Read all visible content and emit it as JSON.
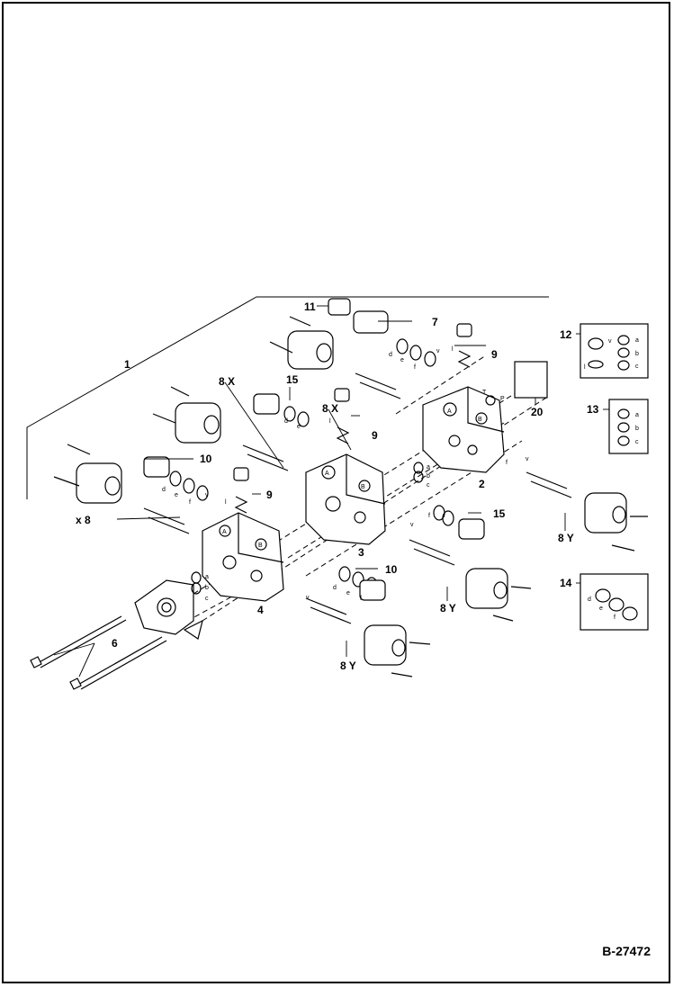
{
  "drawing_number": "B-27472",
  "callouts": [
    {
      "id": "c1",
      "text": "1"
    },
    {
      "id": "c2",
      "text": "2"
    },
    {
      "id": "c3",
      "text": "3"
    },
    {
      "id": "c4",
      "text": "4"
    },
    {
      "id": "c6",
      "text": "6"
    },
    {
      "id": "c7",
      "text": "7"
    },
    {
      "id": "c8x_a",
      "text": "8 X"
    },
    {
      "id": "c8x_b",
      "text": "8 X"
    },
    {
      "id": "c8_a",
      "text": "x 8"
    },
    {
      "id": "c8y_a",
      "text": "8 Y"
    },
    {
      "id": "c8y_b",
      "text": "8 Y"
    },
    {
      "id": "c8y_c",
      "text": "8 Y"
    },
    {
      "id": "c9_a",
      "text": "9"
    },
    {
      "id": "c9_b",
      "text": "9"
    },
    {
      "id": "c9_c",
      "text": "9"
    },
    {
      "id": "c10_a",
      "text": "10"
    },
    {
      "id": "c10_b",
      "text": "10"
    },
    {
      "id": "c11",
      "text": "11"
    },
    {
      "id": "c12",
      "text": "12"
    },
    {
      "id": "c13",
      "text": "13"
    },
    {
      "id": "c14",
      "text": "14"
    },
    {
      "id": "c15_a",
      "text": "15"
    },
    {
      "id": "c15_b",
      "text": "15"
    },
    {
      "id": "c20",
      "text": "20"
    }
  ],
  "sublabels": {
    "a": "a",
    "b": "b",
    "c": "c",
    "d": "d",
    "e": "e",
    "f": "f",
    "l": "l",
    "v": "v",
    "T": "T",
    "P": "P",
    "A": "A",
    "B": "B"
  }
}
